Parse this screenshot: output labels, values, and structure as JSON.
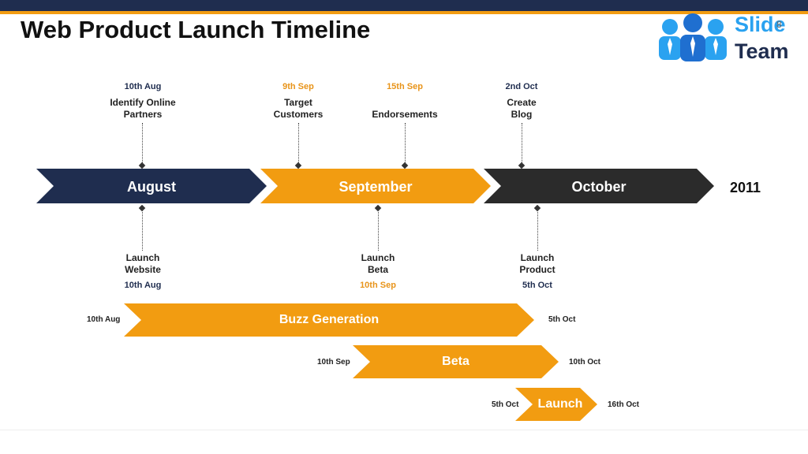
{
  "title": "Web Product Launch Timeline",
  "page_number": "8",
  "logo": {
    "line1": "Slide",
    "line2": "Team"
  },
  "colors": {
    "navy": "#1f2d4f",
    "orange": "#f29c11",
    "dark": "#2b2b2b",
    "logo_blue": "#2aa2f0"
  },
  "months": [
    {
      "label": "August"
    },
    {
      "label": "September"
    },
    {
      "label": "October"
    }
  ],
  "year": "2011",
  "top_events": [
    {
      "date": "10th Aug",
      "label1": "Identify Online",
      "label2": "Partners"
    },
    {
      "date": "9th Sep",
      "label1": "Target",
      "label2": "Customers"
    },
    {
      "date": "15th Sep",
      "label1": "",
      "label2": "Endorsements"
    },
    {
      "date": "2nd Oct",
      "label1": "Create",
      "label2": "Blog"
    }
  ],
  "bottom_events": [
    {
      "label1": "Launch",
      "label2": "Website",
      "date": "10th Aug"
    },
    {
      "label1": "Launch",
      "label2": "Beta",
      "date": "10th Sep"
    },
    {
      "label1": "Launch",
      "label2": "Product",
      "date": "5th Oct"
    }
  ],
  "bars": [
    {
      "label": "Buzz Generation",
      "start": "10th Aug",
      "end": "5th Oct"
    },
    {
      "label": "Beta",
      "start": "10th Sep",
      "end": "10th Oct"
    },
    {
      "label": "Launch",
      "start": "5th Oct",
      "end": "16th Oct"
    }
  ]
}
